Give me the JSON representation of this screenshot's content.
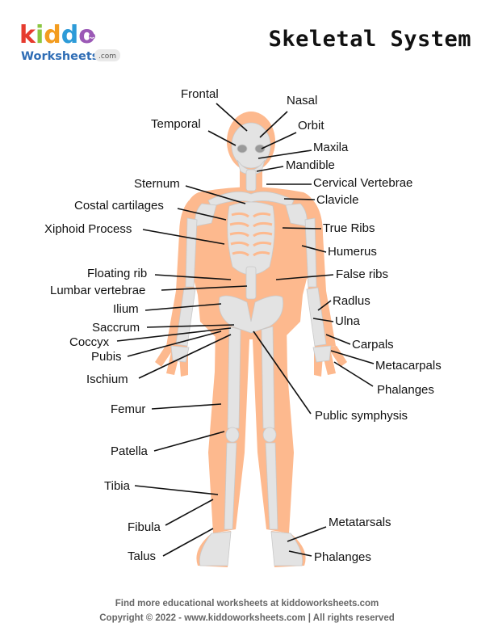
{
  "brand": {
    "name_top": "kiddo",
    "name_bottom": "Worksheets",
    "badge": ".com"
  },
  "title": "Skeletal System",
  "labels": {
    "frontal": "Frontal",
    "nasal": "Nasal",
    "temporal": "Temporal",
    "orbit": "Orbit",
    "maxila": "Maxila",
    "mandible": "Mandible",
    "sternum": "Sternum",
    "cervical_vertebrae": "Cervical Vertebrae",
    "costal_cartilages": "Costal cartilages",
    "clavicle": "Clavicle",
    "xiphoid_process": "Xiphoid Process",
    "true_ribs": "True Ribs",
    "humerus": "Humerus",
    "floating_rib": "Floating rib",
    "false_ribs": "False ribs",
    "lumbar_vertebrae": "Lumbar vertebrae",
    "radius": "Radlus",
    "ilium": "Ilium",
    "ulna": "Ulna",
    "saccrum": "Saccrum",
    "coccyx": "Coccyx",
    "carpals": "Carpals",
    "pubis": "Pubis",
    "metacarpals": "Metacarpals",
    "ischium": "Ischium",
    "phalanges_hand": "Phalanges",
    "femur": "Femur",
    "public_symphysis": "Public symphysis",
    "patella": "Patella",
    "tibia": "Tibia",
    "fibula": "Fibula",
    "metatarsals": "Metatarsals",
    "talus": "Talus",
    "phalanges_foot": "Phalanges"
  },
  "footer": {
    "line1": "Find more educational worksheets at kiddoworksheets.com",
    "line2": "Copyright © 2022 - www.kiddoworksheets.com  |  All rights reserved"
  },
  "colors": {
    "skin": "#fdb98e",
    "bone": "#e3e3e3",
    "bone_shade": "#c9c9c9",
    "logo_k": "#e63b2e",
    "logo_i": "#8ac640",
    "logo_d1": "#f39c1f",
    "logo_d2": "#2d9bd8",
    "logo_o": "#9b59b6",
    "logo_worksheets": "#2f6db5"
  }
}
